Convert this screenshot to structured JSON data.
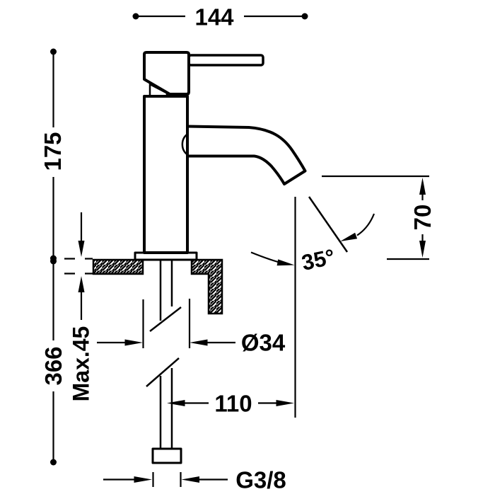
{
  "drawing": {
    "subject": "single-lever basin faucet dimension drawing",
    "colors": {
      "background": "#ffffff",
      "ink": "#000000"
    },
    "labels": {
      "overall_width": "144",
      "height_above_deck": "175",
      "spout_height": "70",
      "spout_angle": "35°",
      "max_deck_thickness": "Max.45",
      "depth_below_deck": "366",
      "body_diameter": "Ø34",
      "spout_reach": "110",
      "inlet_thread": "G3/8"
    }
  }
}
